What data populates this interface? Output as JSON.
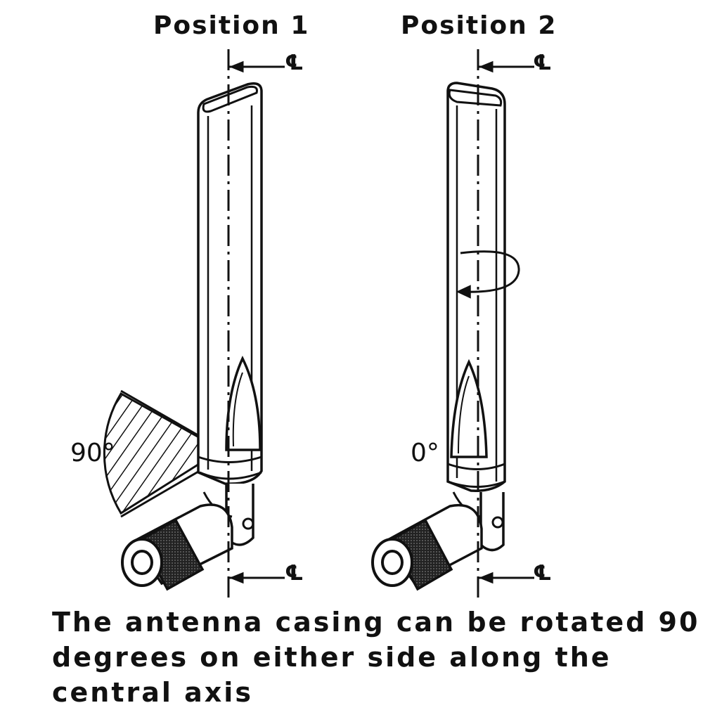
{
  "titles": {
    "position_1": "Position 1",
    "position_2": "Position 2"
  },
  "centerline_mark": "℄",
  "angles": {
    "position_1": "90°",
    "position_2": "0°"
  },
  "caption": {
    "line_1": "The antenna casing can be rotated 90",
    "line_2": "degrees on either side along the",
    "line_3": "central axis"
  },
  "colors": {
    "ink": "#111111",
    "background": "#ffffff"
  }
}
